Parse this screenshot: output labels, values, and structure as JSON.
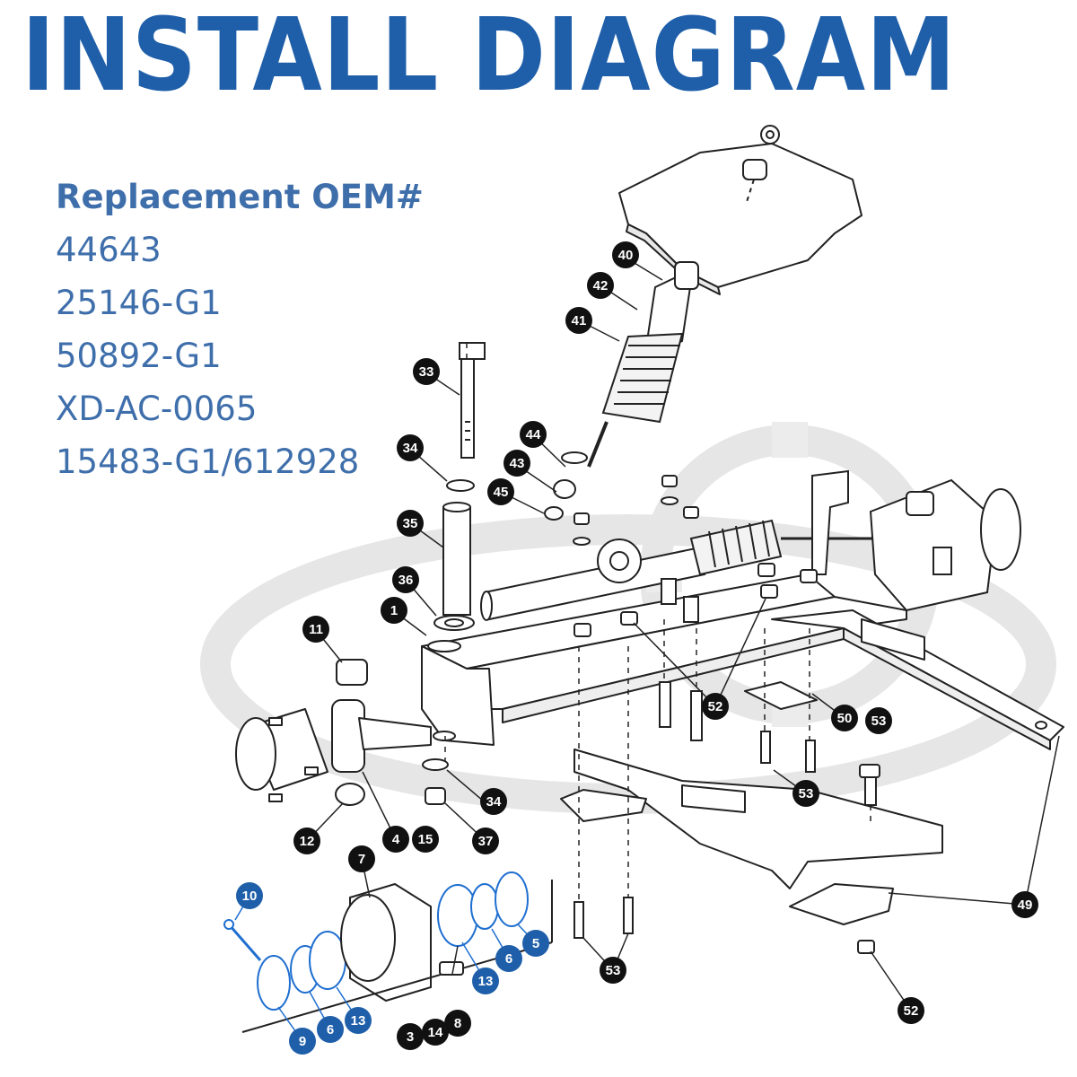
{
  "title": "INSTALL DIAGRAM",
  "oem": {
    "heading": "Replacement OEM#",
    "numbers": [
      "44643",
      "25146-G1",
      "50892-G1",
      "XD-AC-0065",
      "15483-G1/612928"
    ]
  },
  "colors": {
    "title": "#1f5fa9",
    "oem_text": "#3f6fab",
    "callout_black": "#111111",
    "callout_blue": "#1f5fa9",
    "highlight_parts": "#1f6fd0",
    "line_art": "#222222",
    "watermark": "#e6e6e6"
  },
  "callouts": [
    {
      "label": "40",
      "color": "black"
    },
    {
      "label": "42",
      "color": "black"
    },
    {
      "label": "41",
      "color": "black"
    },
    {
      "label": "33",
      "color": "black"
    },
    {
      "label": "44",
      "color": "black"
    },
    {
      "label": "43",
      "color": "black"
    },
    {
      "label": "45",
      "color": "black"
    },
    {
      "label": "34",
      "color": "black"
    },
    {
      "label": "35",
      "color": "black"
    },
    {
      "label": "36",
      "color": "black"
    },
    {
      "label": "1",
      "color": "black"
    },
    {
      "label": "11",
      "color": "black"
    },
    {
      "label": "52",
      "color": "black"
    },
    {
      "label": "50",
      "color": "black"
    },
    {
      "label": "53",
      "color": "black"
    },
    {
      "label": "53",
      "color": "black"
    },
    {
      "label": "34",
      "color": "black"
    },
    {
      "label": "37",
      "color": "black"
    },
    {
      "label": "12",
      "color": "black"
    },
    {
      "label": "4",
      "color": "black"
    },
    {
      "label": "15",
      "color": "black"
    },
    {
      "label": "7",
      "color": "black"
    },
    {
      "label": "10",
      "color": "blue"
    },
    {
      "label": "5",
      "color": "blue"
    },
    {
      "label": "6",
      "color": "blue"
    },
    {
      "label": "13",
      "color": "blue"
    },
    {
      "label": "8",
      "color": "black"
    },
    {
      "label": "13",
      "color": "blue"
    },
    {
      "label": "6",
      "color": "blue"
    },
    {
      "label": "9",
      "color": "blue"
    },
    {
      "label": "3",
      "color": "black"
    },
    {
      "label": "14",
      "color": "black"
    },
    {
      "label": "53",
      "color": "black"
    },
    {
      "label": "49",
      "color": "black"
    },
    {
      "label": "52",
      "color": "black"
    }
  ]
}
